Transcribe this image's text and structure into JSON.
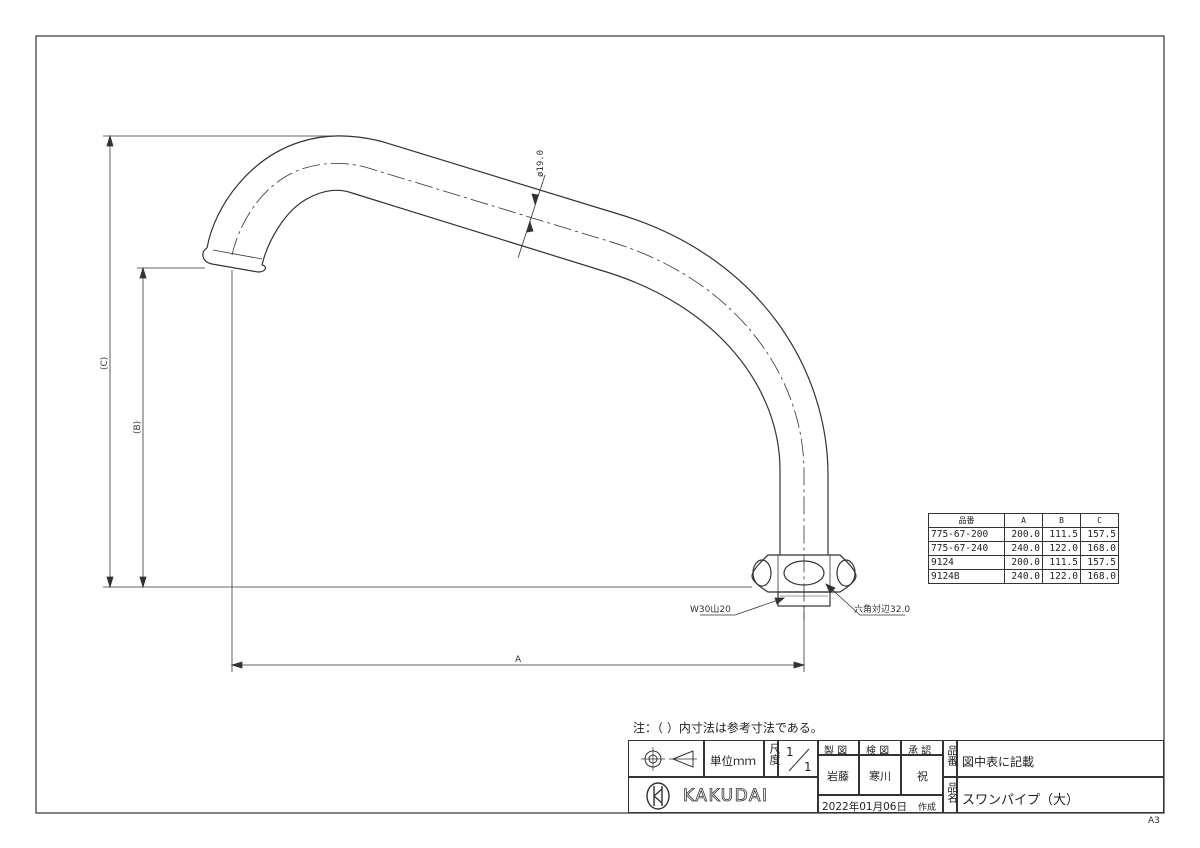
{
  "dimensions": {
    "diameter_label": "ø19.0",
    "c_label": "(C)",
    "b_label": "(B)",
    "a_label": "A",
    "thread_label": "W30山20",
    "hex_label": "六角対辺32.0"
  },
  "spec_table": {
    "headers": [
      "品番",
      "A",
      "B",
      "C"
    ],
    "rows": [
      {
        "code": "775-67-200",
        "a": "200.0",
        "b": "111.5",
        "c": "157.5"
      },
      {
        "code": "775-67-240",
        "a": "240.0",
        "b": "122.0",
        "c": "168.0"
      },
      {
        "code": "9124",
        "a": "200.0",
        "b": "111.5",
        "c": "157.5"
      },
      {
        "code": "9124B",
        "a": "240.0",
        "b": "122.0",
        "c": "168.0"
      }
    ]
  },
  "note": "注：（ ）内寸法は参考寸法である。",
  "title_block": {
    "unit_label": "単位ｍｍ",
    "scale_label": "尺度",
    "scale_value_top": "1",
    "scale_value_bottom": "1",
    "role_draw": "製 図",
    "role_check": "検 図",
    "role_approve": "承 認",
    "name_draw": "岩藤",
    "name_check": "寒川",
    "name_approve": "祝",
    "part_no_label": "品番",
    "part_no_value": "図中表に記載",
    "part_name_label": "品名",
    "part_name_value": "スワンパイプ（大）",
    "date": "2022年01月06日",
    "date_suffix": "作成",
    "company": "KAKUDAI"
  },
  "sheet_size": "A3"
}
